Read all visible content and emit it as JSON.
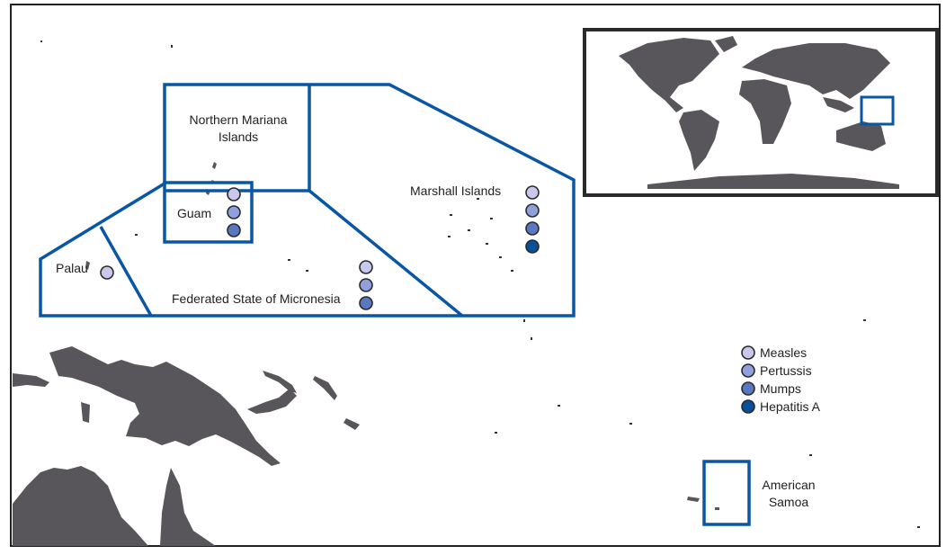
{
  "map": {
    "regions": [
      {
        "name": "Northern Mariana Islands",
        "label_lines": [
          "Northern Mariana",
          "Islands"
        ],
        "diseases": []
      },
      {
        "name": "Guam",
        "label_lines": [
          "Guam"
        ],
        "diseases": [
          "Measles",
          "Pertussis",
          "Mumps"
        ]
      },
      {
        "name": "Palau",
        "label_lines": [
          "Palau"
        ],
        "diseases": [
          "Measles"
        ]
      },
      {
        "name": "Federated State of Micronesia",
        "label_lines": [
          "Federated State of Micronesia"
        ],
        "diseases": [
          "Measles",
          "Pertussis",
          "Mumps"
        ]
      },
      {
        "name": "Marshall Islands",
        "label_lines": [
          "Marshall Islands"
        ],
        "diseases": [
          "Measles",
          "Pertussis",
          "Mumps",
          "Hepatitis A"
        ]
      },
      {
        "name": "American Samoa",
        "label_lines": [
          "American",
          "Samoa"
        ],
        "diseases": []
      }
    ],
    "legend": [
      {
        "label": "Measles",
        "color": "#c8c8ec"
      },
      {
        "label": "Pertussis",
        "color": "#8fa0dc"
      },
      {
        "label": "Mumps",
        "color": "#5a78c0"
      },
      {
        "label": "Hepatitis A",
        "color": "#0a4f9a"
      }
    ],
    "colors": {
      "land": "#58565a",
      "outline": "#0a56a6",
      "frame": "#2a2a2a"
    }
  }
}
